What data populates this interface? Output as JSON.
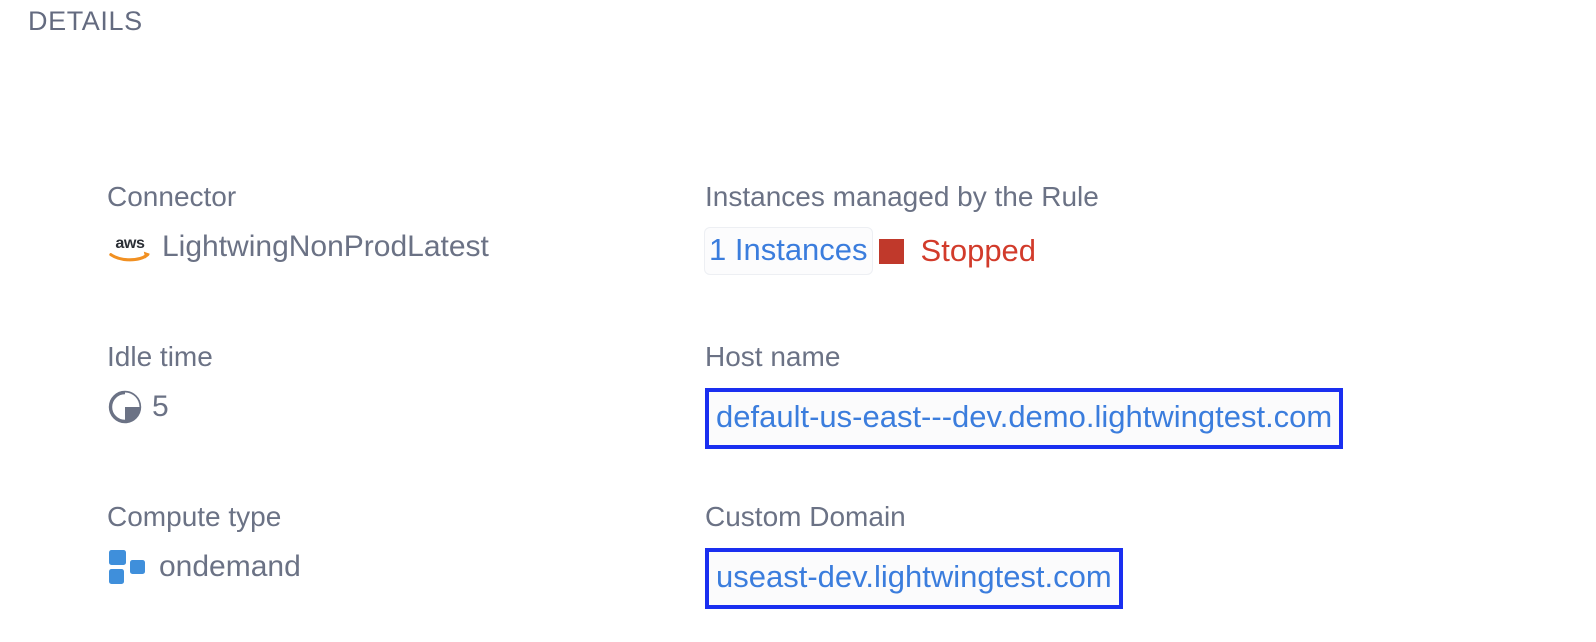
{
  "section": {
    "title": "DETAILS"
  },
  "colors": {
    "label": "#6b7285",
    "value": "#6b7285",
    "link": "#3b7ddd",
    "status_stopped": "#d23b2b",
    "status_square": "#c0392b",
    "annotation_border": "#1a2ff0",
    "aws_orange": "#f19022",
    "compute_blue": "#3f8fdb",
    "background": "#ffffff"
  },
  "fields": [
    {
      "key": "connector",
      "label": "Connector",
      "value": "LightwingNonProdLatest",
      "icon": "aws-logo-icon"
    },
    {
      "key": "instances_managed",
      "label": "Instances managed by the Rule",
      "link_text": "1 Instances",
      "status_text": "Stopped",
      "status_icon": "stopped-square-icon"
    },
    {
      "key": "idle_time",
      "label": "Idle time",
      "value": "5",
      "icon": "clock-pie-icon"
    },
    {
      "key": "host_name",
      "label": "Host name",
      "value": "default-us-east---dev.demo.lightwingtest.com",
      "highlighted": true
    },
    {
      "key": "compute_type",
      "label": "Compute type",
      "value": "ondemand",
      "icon": "compute-cluster-icon"
    },
    {
      "key": "custom_domain",
      "label": "Custom Domain",
      "value": "useast-dev.lightwingtest.com",
      "highlighted": true
    }
  ]
}
